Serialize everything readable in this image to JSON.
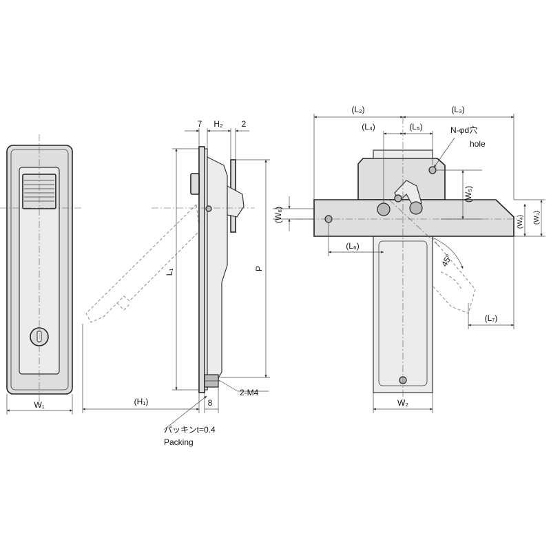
{
  "labels": {
    "w1": "W₁",
    "h1": "(H₁)",
    "l1": "L₁",
    "p": "P",
    "dim7": "7",
    "h2": "H₂",
    "dim2": "2",
    "dim8": "8",
    "m4": "2-M4",
    "packing_jp": "パッキンt=0.4",
    "packing_en": "Packing",
    "l2": "(L₂)",
    "l3": "(L₃)",
    "l4": "(L₄)",
    "l5": "(L₅)",
    "hole_jp": "N-φd穴",
    "hole_en": "hole",
    "w5": "(W₅)",
    "w6": "(W₆)",
    "w4": "(W₄)",
    "w3": "(W₃)",
    "l6": "(L₆)",
    "angle": "45°",
    "l7": "(L₇)",
    "w2": "W₂"
  }
}
